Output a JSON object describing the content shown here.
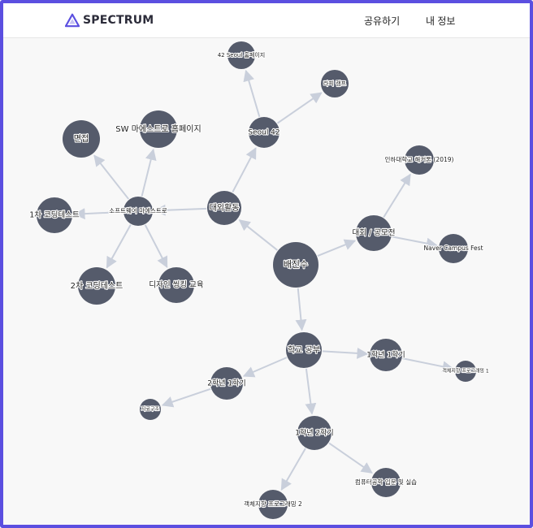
{
  "header": {
    "brand": "SPECTRUM",
    "brand_color": "#5b4fe0",
    "logo_icon": "triangle-logo-icon",
    "nav": [
      {
        "label": "공유하기"
      },
      {
        "label": "내 정보"
      }
    ]
  },
  "graph": {
    "node_color": "#555b6b",
    "edge_color": "#c9cfdb",
    "nodes": [
      {
        "id": "root",
        "label": "배진수"
      },
      {
        "id": "ext",
        "label": "대외활동"
      },
      {
        "id": "seoul42",
        "label": "Seoul 42"
      },
      {
        "id": "42home",
        "label": "42 Seoul 홈페이지"
      },
      {
        "id": "camp",
        "label": "라피 캠프"
      },
      {
        "id": "swm",
        "label": "소프트웨어 마에스트로"
      },
      {
        "id": "interview",
        "label": "면접"
      },
      {
        "id": "swmhome",
        "label": "SW 마에스트로 홈페이지"
      },
      {
        "id": "test1",
        "label": "1차 코딩테스트"
      },
      {
        "id": "test2",
        "label": "2차 코딩테스트"
      },
      {
        "id": "design",
        "label": "디자인 씽킹 교육"
      },
      {
        "id": "contest",
        "label": "대회 / 공모전"
      },
      {
        "id": "inha",
        "label": "인하대학교 해커톤 (2019)"
      },
      {
        "id": "naver",
        "label": "Naver Campus Fest"
      },
      {
        "id": "school",
        "label": "학교 공부"
      },
      {
        "id": "y1s1",
        "label": "1학년 1학기"
      },
      {
        "id": "oop1",
        "label": "객체지향 프로그래밍 1"
      },
      {
        "id": "y2s1",
        "label": "2학년 1학기"
      },
      {
        "id": "algo",
        "label": "자료구조"
      },
      {
        "id": "y1s2",
        "label": "1학년 2학기"
      },
      {
        "id": "intro",
        "label": "컴퓨터공학 입문 및 실습"
      },
      {
        "id": "oop2",
        "label": "객체지향 프로그래밍 2"
      }
    ],
    "edges": [
      [
        "root",
        "ext"
      ],
      [
        "root",
        "contest"
      ],
      [
        "root",
        "school"
      ],
      [
        "ext",
        "seoul42"
      ],
      [
        "seoul42",
        "42home"
      ],
      [
        "seoul42",
        "camp"
      ],
      [
        "ext",
        "swm"
      ],
      [
        "swm",
        "interview"
      ],
      [
        "swm",
        "swmhome"
      ],
      [
        "swm",
        "test1"
      ],
      [
        "swm",
        "test2"
      ],
      [
        "swm",
        "design"
      ],
      [
        "contest",
        "inha"
      ],
      [
        "contest",
        "naver"
      ],
      [
        "school",
        "y1s1"
      ],
      [
        "y1s1",
        "oop1"
      ],
      [
        "school",
        "y2s1"
      ],
      [
        "y2s1",
        "algo"
      ],
      [
        "school",
        "y1s2"
      ],
      [
        "y1s2",
        "intro"
      ],
      [
        "y1s2",
        "oop2"
      ]
    ]
  }
}
